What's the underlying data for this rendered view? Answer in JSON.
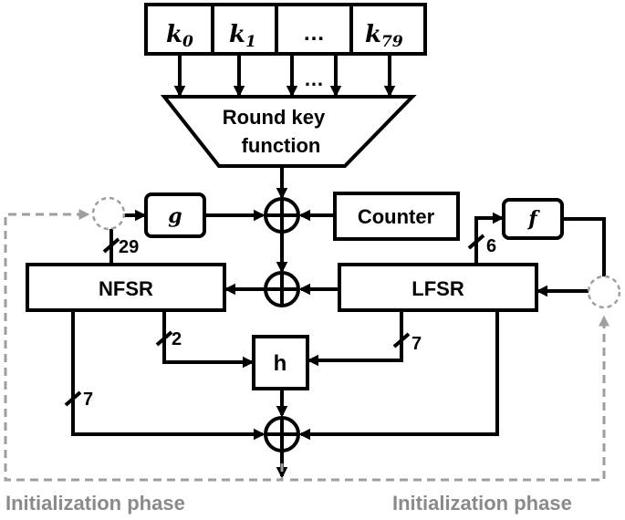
{
  "key_bits": {
    "k0": {
      "base": "k",
      "sub": "0"
    },
    "k1": {
      "base": "k",
      "sub": "1"
    },
    "ellipsis": "…",
    "k79": {
      "base": "k",
      "sub": "79"
    },
    "arrow_ellipsis": "…"
  },
  "round_key_function": {
    "line1": "Round key",
    "line2": "function"
  },
  "blocks": {
    "g": "g",
    "f": "f",
    "counter": "Counter",
    "nfsr": "NFSR",
    "lfsr": "LFSR",
    "h": "h"
  },
  "bus_widths": {
    "nfsr_to_g": "29",
    "lfsr_to_f": "6",
    "nfsr_to_h": "2",
    "lfsr_to_h": "7",
    "nfsr_to_out": "7"
  },
  "phase_labels": {
    "left": "Initialization phase",
    "right": "Initialization phase"
  },
  "colors": {
    "line": "#000000",
    "dashed_feedback": "#9e9e9e",
    "phase_text": "#8a8a8a"
  }
}
